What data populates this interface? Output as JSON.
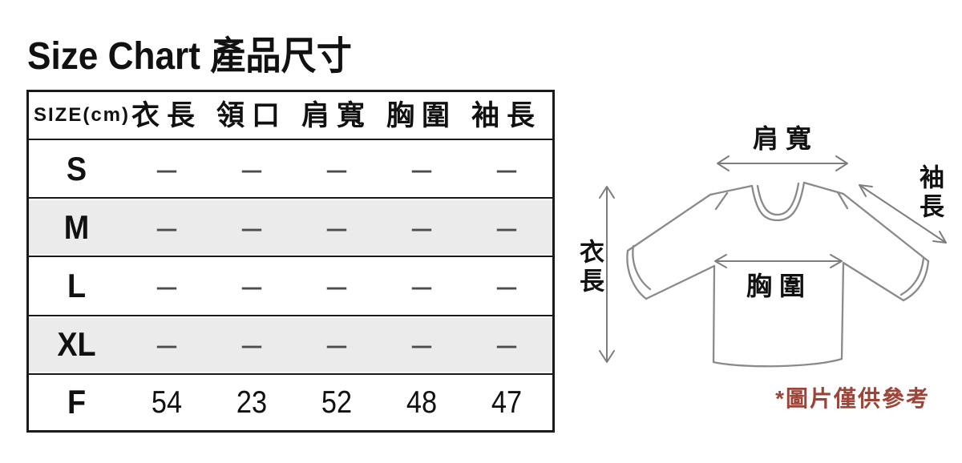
{
  "header": {
    "title": "Size Chart 產品尺寸"
  },
  "table": {
    "unit_header": "SIZE(cm)",
    "columns": [
      "衣長",
      "領口",
      "肩寬",
      "胸圍",
      "袖長"
    ],
    "rows": [
      {
        "size": "S",
        "values": [
          "–",
          "–",
          "–",
          "–",
          "–"
        ]
      },
      {
        "size": "M",
        "values": [
          "–",
          "–",
          "–",
          "–",
          "–"
        ]
      },
      {
        "size": "L",
        "values": [
          "–",
          "–",
          "–",
          "–",
          "–"
        ]
      },
      {
        "size": "XL",
        "values": [
          "–",
          "–",
          "–",
          "–",
          "–"
        ]
      },
      {
        "size": "F",
        "values": [
          "54",
          "23",
          "52",
          "48",
          "47"
        ]
      }
    ],
    "alt_row_color": "#ebebeb",
    "border_color": "#1a1a1a"
  },
  "diagram": {
    "labels": {
      "shoulder_width": "肩寬",
      "chest_width": "胸圍",
      "sleeve_length": "袖長",
      "garment_length": "衣長"
    },
    "note": "*圖片僅供參考",
    "note_color": "#9b4437",
    "outline_color": "#8a8a8a",
    "arrow_color": "#7d7d7d"
  }
}
